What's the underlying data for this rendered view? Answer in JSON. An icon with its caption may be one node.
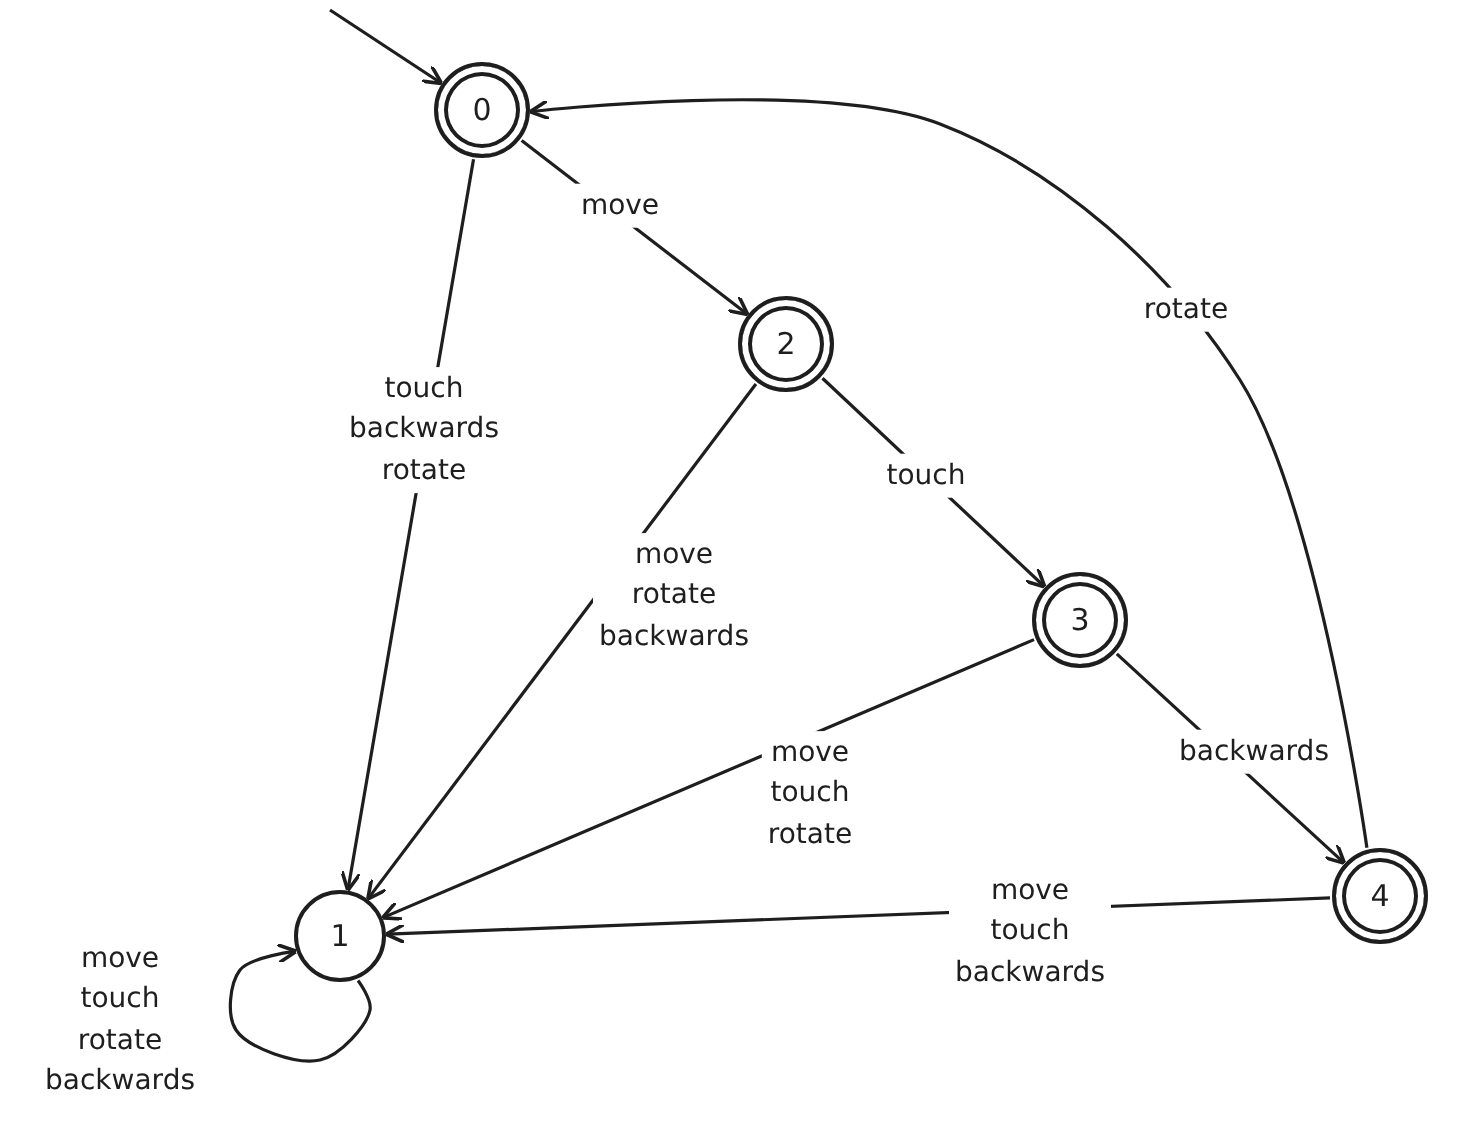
{
  "diagram": {
    "nodes": [
      {
        "text": [
          "0"
        ]
      },
      {
        "text": [
          "1"
        ]
      },
      {
        "text": [
          "2"
        ]
      },
      {
        "text": [
          "3"
        ]
      },
      {
        "text": [
          "4"
        ]
      }
    ],
    "edges": [
      {
        "from": null,
        "to": 0,
        "arrow": "to"
      },
      {
        "from": 0,
        "to": 2,
        "arrow": "to",
        "label": "move"
      },
      {
        "from": 0,
        "to": 1,
        "arrow": "to",
        "label": "touch backwards rotate"
      },
      {
        "from": 2,
        "to": 3,
        "arrow": "to",
        "label": "touch"
      },
      {
        "from": 2,
        "to": 1,
        "arrow": "to",
        "label": "move rotate backwards"
      },
      {
        "from": 3,
        "to": 4,
        "arrow": "to",
        "label": "backwards"
      },
      {
        "from": 3,
        "to": 1,
        "arrow": "to",
        "label": "move touch rotate"
      },
      {
        "from": 4,
        "to": 1,
        "arrow": "to",
        "label": "move touch backwards"
      },
      {
        "from": 4,
        "to": 0,
        "arrow": "to",
        "label": "rotate"
      },
      {
        "from": 1,
        "to": 1,
        "arrow": "to",
        "label": "move touch rotate backwards"
      }
    ]
  }
}
